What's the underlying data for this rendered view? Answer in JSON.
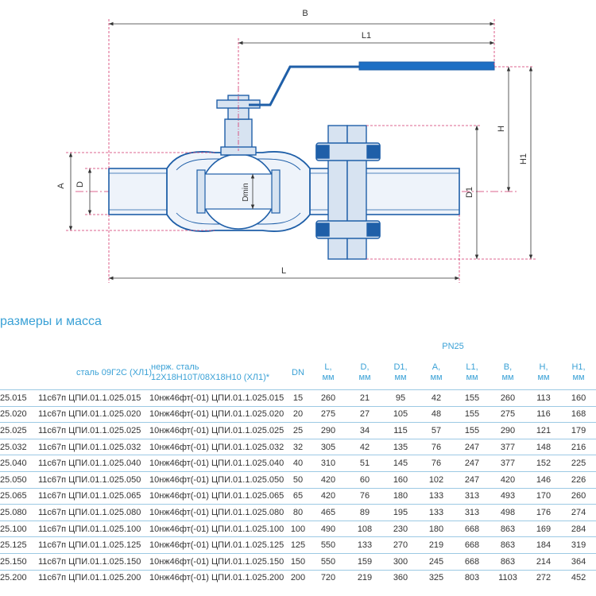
{
  "drawing": {
    "labels": {
      "B": "B",
      "L1": "L1",
      "H": "H",
      "H1": "H1",
      "A": "A",
      "D": "D",
      "Dmin": "Dmin",
      "D1": "D1",
      "L": "L"
    },
    "colors": {
      "outline": "#1f5fa8",
      "fill_light": "#d7e3f1",
      "handle": "#1d6fc4",
      "dim": "#d4356b",
      "dim_line": "#333333"
    }
  },
  "section": {
    "title": "размеры и масса"
  },
  "table": {
    "pn_label": "PN25",
    "headers": {
      "c1": "сталь 09Г2С (ХЛ1)",
      "c2_line1": "нерж. сталь",
      "c2_line2": "12Х18Н10Т/08Х18Н10 (ХЛ1)*",
      "dn": "DN",
      "L": "L,",
      "D": "D,",
      "D1": "D1,",
      "A": "A,",
      "L1": "L1,",
      "B": "B,",
      "H": "H,",
      "H1": "H1,",
      "unit": "мм"
    },
    "rows": [
      {
        "c0": "25.015",
        "c1": "11с67п ЦПИ.01.1.025.015",
        "c2": "10нж46фт(-01) ЦПИ.01.1.025.015",
        "dn": "15",
        "L": "260",
        "D": "21",
        "D1": "95",
        "A": "42",
        "L1": "155",
        "B": "260",
        "H": "113",
        "H1": "160"
      },
      {
        "c0": "25.020",
        "c1": "11с67п ЦПИ.01.1.025.020",
        "c2": "10нж46фт(-01) ЦПИ.01.1.025.020",
        "dn": "20",
        "L": "275",
        "D": "27",
        "D1": "105",
        "A": "48",
        "L1": "155",
        "B": "275",
        "H": "116",
        "H1": "168"
      },
      {
        "c0": "25.025",
        "c1": "11с67п ЦПИ.01.1.025.025",
        "c2": "10нж46фт(-01) ЦПИ.01.1.025.025",
        "dn": "25",
        "L": "290",
        "D": "34",
        "D1": "115",
        "A": "57",
        "L1": "155",
        "B": "290",
        "H": "121",
        "H1": "179"
      },
      {
        "c0": "25.032",
        "c1": "11с67п ЦПИ.01.1.025.032",
        "c2": "10нж46фт(-01) ЦПИ.01.1.025.032",
        "dn": "32",
        "L": "305",
        "D": "42",
        "D1": "135",
        "A": "76",
        "L1": "247",
        "B": "377",
        "H": "148",
        "H1": "216"
      },
      {
        "c0": "25.040",
        "c1": "11с67п ЦПИ.01.1.025.040",
        "c2": "10нж46фт(-01) ЦПИ.01.1.025.040",
        "dn": "40",
        "L": "310",
        "D": "51",
        "D1": "145",
        "A": "76",
        "L1": "247",
        "B": "377",
        "H": "152",
        "H1": "225"
      },
      {
        "c0": "25.050",
        "c1": "11с67п ЦПИ.01.1.025.050",
        "c2": "10нж46фт(-01) ЦПИ.01.1.025.050",
        "dn": "50",
        "L": "420",
        "D": "60",
        "D1": "160",
        "A": "102",
        "L1": "247",
        "B": "420",
        "H": "146",
        "H1": "226"
      },
      {
        "c0": "25.065",
        "c1": "11с67п ЦПИ.01.1.025.065",
        "c2": "10нж46фт(-01) ЦПИ.01.1.025.065",
        "dn": "65",
        "L": "420",
        "D": "76",
        "D1": "180",
        "A": "133",
        "L1": "313",
        "B": "493",
        "H": "170",
        "H1": "260"
      },
      {
        "c0": "25.080",
        "c1": "11с67п ЦПИ.01.1.025.080",
        "c2": "10нж46фт(-01) ЦПИ.01.1.025.080",
        "dn": "80",
        "L": "465",
        "D": "89",
        "D1": "195",
        "A": "133",
        "L1": "313",
        "B": "498",
        "H": "176",
        "H1": "274"
      },
      {
        "c0": "25.100",
        "c1": "11с67п ЦПИ.01.1.025.100",
        "c2": "10нж46фт(-01) ЦПИ.01.1.025.100",
        "dn": "100",
        "L": "490",
        "D": "108",
        "D1": "230",
        "A": "180",
        "L1": "668",
        "B": "863",
        "H": "169",
        "H1": "284"
      },
      {
        "c0": "25.125",
        "c1": "11с67п ЦПИ.01.1.025.125",
        "c2": "10нж46фт(-01) ЦПИ.01.1.025.125",
        "dn": "125",
        "L": "550",
        "D": "133",
        "D1": "270",
        "A": "219",
        "L1": "668",
        "B": "863",
        "H": "184",
        "H1": "319"
      },
      {
        "c0": "25.150",
        "c1": "11с67п ЦПИ.01.1.025.150",
        "c2": "10нж46фт(-01) ЦПИ.01.1.025.150",
        "dn": "150",
        "L": "550",
        "D": "159",
        "D1": "300",
        "A": "245",
        "L1": "668",
        "B": "863",
        "H": "214",
        "H1": "364"
      },
      {
        "c0": "25.200",
        "c1": "11с67п ЦПИ.01.1.025.200",
        "c2": "10нж46фт(-01) ЦПИ.01.1.025.200",
        "dn": "200",
        "L": "720",
        "D": "219",
        "D1": "360",
        "A": "325",
        "L1": "803",
        "B": "1103",
        "H": "272",
        "H1": "452"
      }
    ]
  }
}
